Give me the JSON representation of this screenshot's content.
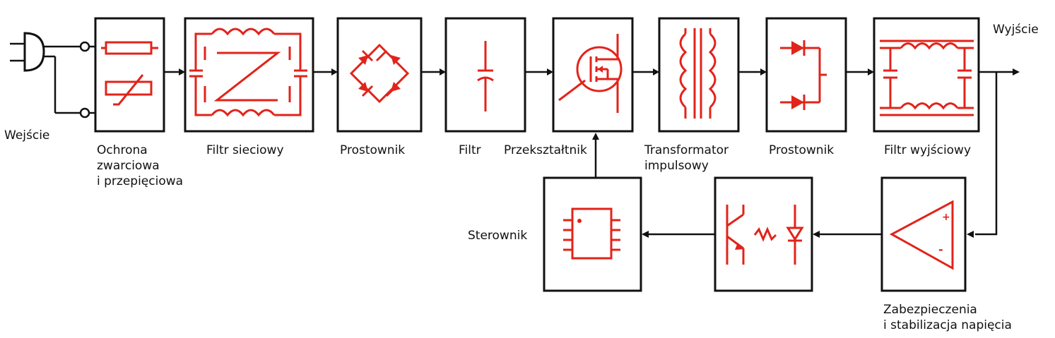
{
  "labels": {
    "input": "Wejście",
    "output": "Wyjście",
    "protection": "Ochrona\nzwarciowa\ni przepięciowa",
    "line_filter": "Filtr sieciowy",
    "rectifier_1": "Prostownik",
    "filter": "Filtr",
    "converter": "Przekształtnik",
    "transformer": "Transformator\nimpulsowy",
    "rectifier_2": "Prostownik",
    "output_filter": "Filtr wyjściowy",
    "controller": "Sterownik",
    "feedback": "Zabezpieczenia\ni stabilizacja napięcia"
  },
  "amp_plus": "+",
  "amp_minus": "-",
  "colors": {
    "accent": "#e2231a",
    "line": "#111111",
    "background": "#ffffff"
  }
}
